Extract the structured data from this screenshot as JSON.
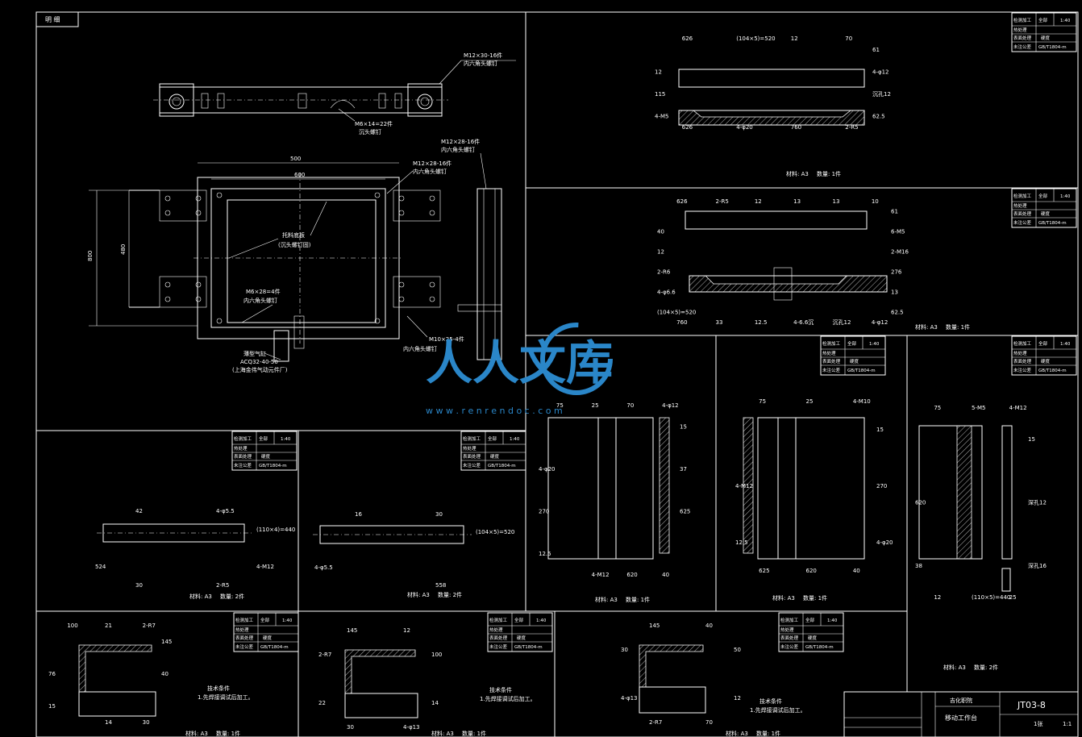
{
  "corner_label": "明 细",
  "assembly": {
    "labels": {
      "screw_top": "M12×30-16件",
      "screw_top_sub": "内六角头螺钉",
      "flat_screw": "M6×14=22件",
      "flat_screw_sub": "沉头螺钉",
      "screw_right": "M12×28-16件",
      "screw_right_sub": "内六角头螺钉",
      "screw_mid": "M12×28-16件",
      "screw_mid_sub": "内六角头螺钉",
      "pallet": "托料底板",
      "pallet_sub": "(沉头螺钉固)",
      "m6": "M6×28=4件",
      "m6_sub": "内六角头螺钉",
      "m10": "M10×25-4件",
      "m10_sub": "内六角头螺钉",
      "cylinder": "薄型气缸",
      "cylinder_model": "ACQ32-40-50",
      "cylinder_maker": "(上海金伟气动元件厂)"
    },
    "dims": {
      "w_outer": "500",
      "w_inner": "600",
      "h_outer": "800",
      "h_inner": "480"
    }
  },
  "title_block_cells": [
    "检测加工",
    "全部",
    "热处理",
    "表面处理",
    "硬度",
    "未注公差",
    "GB/T1804-m",
    "1:40"
  ],
  "parts": {
    "p1": {
      "dims": [
        "626",
        "61",
        "2-R5",
        "4-M5",
        "(104×5)=520",
        "4-φ12",
        "760",
        "115",
        "12",
        "沉孔12",
        "4-φ20",
        "12",
        "70",
        "62.5",
        "626"
      ],
      "material": "材料: A3",
      "qty": "数量: 1件"
    },
    "p2": {
      "dims": [
        "626",
        "61",
        "4-φ12",
        "(104×5)=520",
        "2-R5",
        "6-M5",
        "沉孔12",
        "4-φ6.6",
        "12",
        "2-M16",
        "4-6.6沉",
        "2-R6",
        "13",
        "276",
        "12.5",
        "12",
        "13",
        "13",
        "33",
        "40",
        "10",
        "62.5",
        "760"
      ],
      "material": "材料: A3",
      "qty": "数量: 1件"
    },
    "p3": {
      "dims": [
        "42",
        "(110×4)=440",
        "2-R5",
        "524",
        "4-φ5.5",
        "4-M12",
        "30"
      ],
      "material": "材料: A3",
      "qty": "数量: 2件"
    },
    "p4": {
      "dims": [
        "16",
        "(104×5)=520",
        "558",
        "4-φ5.5",
        "30"
      ],
      "material": "材料: A3",
      "qty": "数量: 2件"
    },
    "p5": {
      "dims": [
        "75",
        "15",
        "40",
        "12.5",
        "25",
        "37",
        "620",
        "270",
        "70",
        "625",
        "4-M12",
        "4-φ20",
        "4-φ12"
      ],
      "material": "材料: A3",
      "qty": "数量: 1件"
    },
    "p6": {
      "dims": [
        "75",
        "15",
        "40",
        "12.5",
        "25",
        "270",
        "620",
        "4-M12",
        "4-M10",
        "4-φ20",
        "625"
      ],
      "material": "材料: A3",
      "qty": "数量: 1件"
    },
    "p7": {
      "dims": [
        "75",
        "15",
        "25",
        "38",
        "5-M5",
        "深孔12",
        "(110×5)=440",
        "620",
        "4-M12",
        "深孔16",
        "12"
      ],
      "material": "材料: A3",
      "qty": "数量: 2件"
    },
    "p8": {
      "dims": [
        "100",
        "145",
        "30",
        "15",
        "21",
        "40",
        "14",
        "76",
        "2-R7"
      ],
      "tech": "技术条件",
      "tech_note": "1.先焊接调试后加工。",
      "material": "材料: A3",
      "qty": "数量: 1件"
    },
    "p9": {
      "dims": [
        "145",
        "100",
        "4-φ13",
        "22",
        "12",
        "14",
        "30",
        "2-R7"
      ],
      "tech": "技术条件",
      "tech_note": "1.先焊接调试后加工。",
      "material": "材料: A3",
      "qty": "数量: 1件"
    },
    "p10": {
      "dims": [
        "145",
        "50",
        "70",
        "4-φ13",
        "40",
        "12",
        "2-R7",
        "30"
      ],
      "tech": "技术条件",
      "tech_note": "1.先焊接调试后加工。",
      "material": "材料: A3",
      "qty": "数量: 1件"
    }
  },
  "main_title_block": {
    "school": "吉化职院",
    "drawing_no": "JT03-8",
    "name": "移动工作台",
    "scale": "1:1",
    "sheet": "1张"
  },
  "watermark": {
    "logo": "人人文库",
    "url": "w w w . r e n r e n d o c . c o m",
    "color": "#2a86c8"
  }
}
